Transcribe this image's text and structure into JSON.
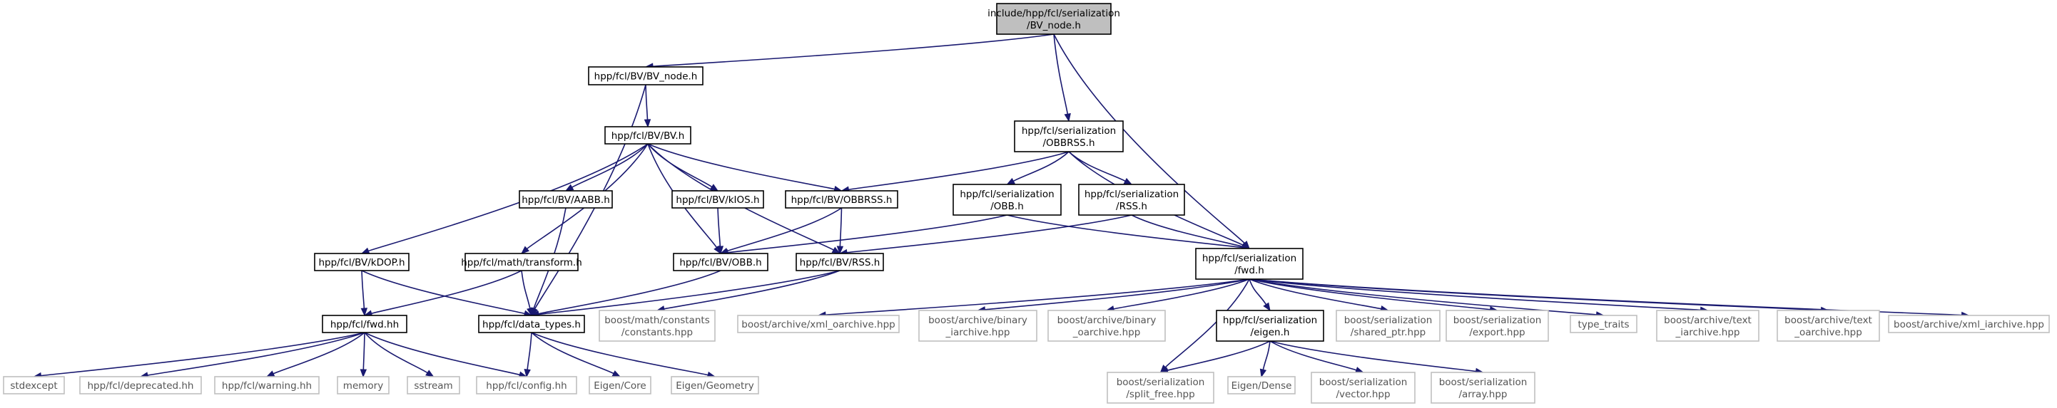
{
  "colors": {
    "root_fill": "#bfbfbf",
    "node_border": "#000000",
    "external_border": "#bfbfbf",
    "external_text": "#555555",
    "edge": "#191970"
  },
  "nodes": {
    "root": {
      "lines": [
        "include/hpp/fcl/serialization",
        "/BV_node.h"
      ],
      "kind": "root"
    },
    "bvnode": {
      "lines": [
        "hpp/fcl/BV/BV_node.h"
      ],
      "kind": "internal"
    },
    "bv": {
      "lines": [
        "hpp/fcl/BV/BV.h"
      ],
      "kind": "internal"
    },
    "ser_obbrss": {
      "lines": [
        "hpp/fcl/serialization",
        "/OBBRSS.h"
      ],
      "kind": "internal"
    },
    "kdop": {
      "lines": [
        "hpp/fcl/BV/kDOP.h"
      ],
      "kind": "internal"
    },
    "aabb": {
      "lines": [
        "hpp/fcl/BV/AABB.h"
      ],
      "kind": "internal"
    },
    "kios": {
      "lines": [
        "hpp/fcl/BV/kIOS.h"
      ],
      "kind": "internal"
    },
    "obbrss": {
      "lines": [
        "hpp/fcl/BV/OBBRSS.h"
      ],
      "kind": "internal"
    },
    "ser_obb": {
      "lines": [
        "hpp/fcl/serialization",
        "/OBB.h"
      ],
      "kind": "internal"
    },
    "ser_rss": {
      "lines": [
        "hpp/fcl/serialization",
        "/RSS.h"
      ],
      "kind": "internal"
    },
    "transform": {
      "lines": [
        "hpp/fcl/math/transform.h"
      ],
      "kind": "internal"
    },
    "obb": {
      "lines": [
        "hpp/fcl/BV/OBB.h"
      ],
      "kind": "internal"
    },
    "rss": {
      "lines": [
        "hpp/fcl/BV/RSS.h"
      ],
      "kind": "internal"
    },
    "ser_fwd": {
      "lines": [
        "hpp/fcl/serialization",
        "/fwd.h"
      ],
      "kind": "internal"
    },
    "fwd": {
      "lines": [
        "hpp/fcl/fwd.hh"
      ],
      "kind": "internal"
    },
    "datatypes": {
      "lines": [
        "hpp/fcl/data_types.h"
      ],
      "kind": "internal"
    },
    "boost_constants": {
      "lines": [
        "boost/math/constants",
        "/constants.hpp"
      ],
      "kind": "external"
    },
    "xml_oarchive": {
      "lines": [
        "boost/archive/xml_oarchive.hpp"
      ],
      "kind": "external"
    },
    "binary_iarchive": {
      "lines": [
        "boost/archive/binary",
        "_iarchive.hpp"
      ],
      "kind": "external"
    },
    "binary_oarchive": {
      "lines": [
        "boost/archive/binary",
        "_oarchive.hpp"
      ],
      "kind": "external"
    },
    "ser_eigen": {
      "lines": [
        "hpp/fcl/serialization",
        "/eigen.h"
      ],
      "kind": "internal"
    },
    "shared_ptr": {
      "lines": [
        "boost/serialization",
        "/shared_ptr.hpp"
      ],
      "kind": "external"
    },
    "export": {
      "lines": [
        "boost/serialization",
        "/export.hpp"
      ],
      "kind": "external"
    },
    "type_traits": {
      "lines": [
        "type_traits"
      ],
      "kind": "external"
    },
    "text_iarchive": {
      "lines": [
        "boost/archive/text",
        "_iarchive.hpp"
      ],
      "kind": "external"
    },
    "text_oarchive": {
      "lines": [
        "boost/archive/text",
        "_oarchive.hpp"
      ],
      "kind": "external"
    },
    "xml_iarchive": {
      "lines": [
        "boost/archive/xml_iarchive.hpp"
      ],
      "kind": "external"
    },
    "stdexcept": {
      "lines": [
        "stdexcept"
      ],
      "kind": "external"
    },
    "deprecated": {
      "lines": [
        "hpp/fcl/deprecated.hh"
      ],
      "kind": "external"
    },
    "warning": {
      "lines": [
        "hpp/fcl/warning.hh"
      ],
      "kind": "external"
    },
    "memory": {
      "lines": [
        "memory"
      ],
      "kind": "external"
    },
    "sstream": {
      "lines": [
        "sstream"
      ],
      "kind": "external"
    },
    "config": {
      "lines": [
        "hpp/fcl/config.hh"
      ],
      "kind": "external"
    },
    "eigen_core": {
      "lines": [
        "Eigen/Core"
      ],
      "kind": "external"
    },
    "eigen_geometry": {
      "lines": [
        "Eigen/Geometry"
      ],
      "kind": "external"
    },
    "split_free": {
      "lines": [
        "boost/serialization",
        "/split_free.hpp"
      ],
      "kind": "external"
    },
    "eigen_dense": {
      "lines": [
        "Eigen/Dense"
      ],
      "kind": "external"
    },
    "ser_vector": {
      "lines": [
        "boost/serialization",
        "/vector.hpp"
      ],
      "kind": "external"
    },
    "ser_array": {
      "lines": [
        "boost/serialization",
        "/array.hpp"
      ],
      "kind": "external"
    }
  },
  "edges": [
    [
      "root",
      "bvnode"
    ],
    [
      "root",
      "ser_obbrss"
    ],
    [
      "root",
      "ser_fwd"
    ],
    [
      "bvnode",
      "bv"
    ],
    [
      "bvnode",
      "datatypes"
    ],
    [
      "bv",
      "kdop"
    ],
    [
      "bv",
      "aabb"
    ],
    [
      "bv",
      "kios"
    ],
    [
      "bv",
      "obbrss"
    ],
    [
      "bv",
      "obb"
    ],
    [
      "bv",
      "rss"
    ],
    [
      "bv",
      "transform"
    ],
    [
      "ser_obbrss",
      "obbrss"
    ],
    [
      "ser_obbrss",
      "ser_obb"
    ],
    [
      "ser_obbrss",
      "ser_rss"
    ],
    [
      "ser_obbrss",
      "ser_fwd"
    ],
    [
      "kdop",
      "fwd"
    ],
    [
      "kdop",
      "datatypes"
    ],
    [
      "aabb",
      "datatypes"
    ],
    [
      "kios",
      "obb"
    ],
    [
      "obbrss",
      "obb"
    ],
    [
      "obbrss",
      "rss"
    ],
    [
      "ser_obb",
      "obb"
    ],
    [
      "ser_obb",
      "ser_fwd"
    ],
    [
      "ser_rss",
      "rss"
    ],
    [
      "ser_rss",
      "ser_fwd"
    ],
    [
      "transform",
      "fwd"
    ],
    [
      "transform",
      "datatypes"
    ],
    [
      "obb",
      "datatypes"
    ],
    [
      "rss",
      "datatypes"
    ],
    [
      "rss",
      "boost_constants"
    ],
    [
      "ser_fwd",
      "xml_oarchive"
    ],
    [
      "ser_fwd",
      "binary_iarchive"
    ],
    [
      "ser_fwd",
      "binary_oarchive"
    ],
    [
      "ser_fwd",
      "ser_eigen"
    ],
    [
      "ser_fwd",
      "shared_ptr"
    ],
    [
      "ser_fwd",
      "export"
    ],
    [
      "ser_fwd",
      "type_traits"
    ],
    [
      "ser_fwd",
      "text_iarchive"
    ],
    [
      "ser_fwd",
      "text_oarchive"
    ],
    [
      "ser_fwd",
      "xml_iarchive"
    ],
    [
      "ser_fwd",
      "split_free"
    ],
    [
      "fwd",
      "stdexcept"
    ],
    [
      "fwd",
      "deprecated"
    ],
    [
      "fwd",
      "warning"
    ],
    [
      "fwd",
      "memory"
    ],
    [
      "fwd",
      "sstream"
    ],
    [
      "fwd",
      "config"
    ],
    [
      "datatypes",
      "config"
    ],
    [
      "datatypes",
      "eigen_core"
    ],
    [
      "datatypes",
      "eigen_geometry"
    ],
    [
      "ser_eigen",
      "split_free"
    ],
    [
      "ser_eigen",
      "eigen_dense"
    ],
    [
      "ser_eigen",
      "ser_vector"
    ],
    [
      "ser_eigen",
      "ser_array"
    ]
  ]
}
